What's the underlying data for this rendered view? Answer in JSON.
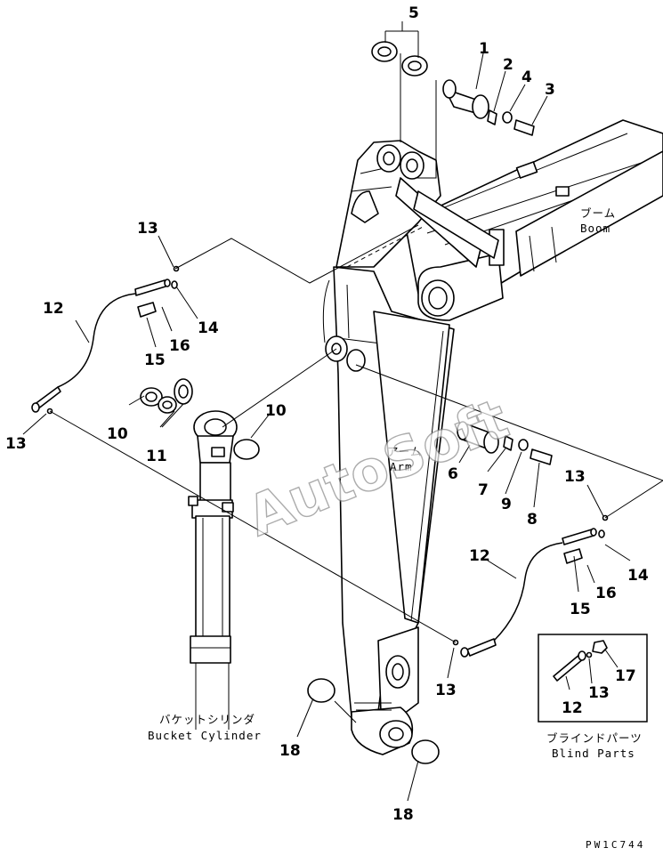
{
  "labels": {
    "boom_jp": "ブーム",
    "boom_en": "Boom",
    "arm_jp": "アーム",
    "arm_en": "Arm",
    "bucket_cyl_jp": "バケットシリンダ",
    "bucket_cyl_en": "Bucket Cylinder",
    "blind_parts_jp": "ブラインドパーツ",
    "blind_parts_en": "Blind Parts",
    "drawing_code": "PW1C744",
    "watermark": "AutoSoft"
  },
  "callouts": {
    "c1": "1",
    "c2": "2",
    "c3": "3",
    "c4": "4",
    "c5": "5",
    "c6": "6",
    "c7": "7",
    "c8": "8",
    "c9": "9",
    "c10a": "10",
    "c10b": "10",
    "c11": "11",
    "c12a": "12",
    "c12b": "12",
    "c12c": "12",
    "c13a": "13",
    "c13b": "13",
    "c13c": "13",
    "c13d": "13",
    "c13e": "13",
    "c14a": "14",
    "c14b": "14",
    "c15a": "15",
    "c15b": "15",
    "c16a": "16",
    "c16b": "16",
    "c17": "17",
    "c18a": "18",
    "c18b": "18"
  }
}
